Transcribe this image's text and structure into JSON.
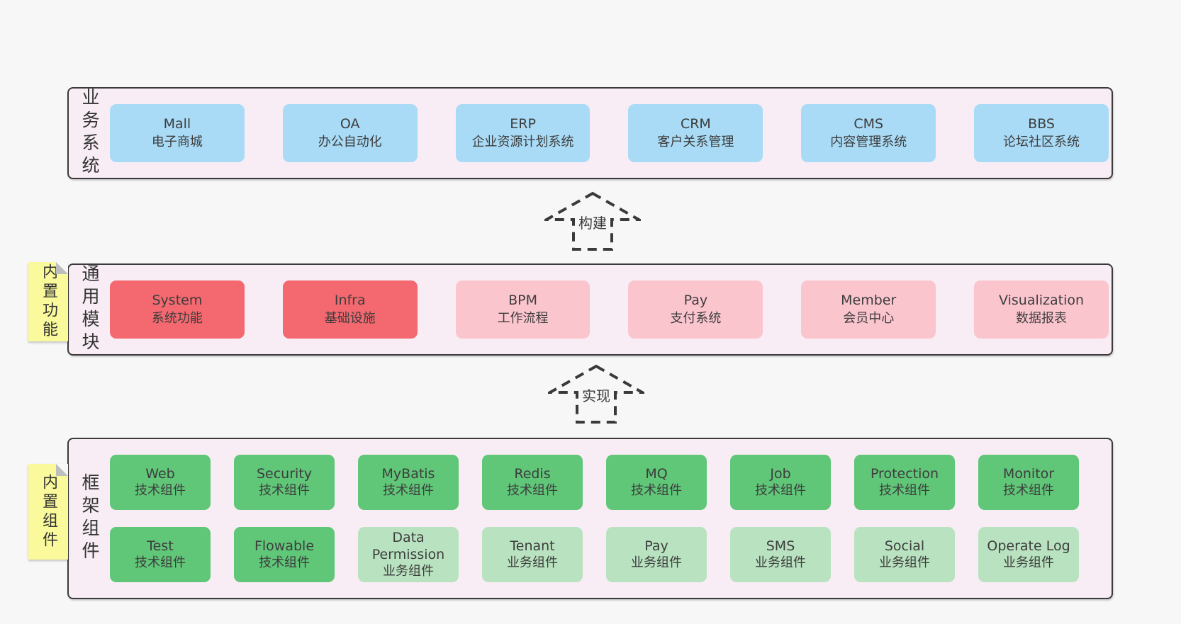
{
  "diagram": {
    "colors": {
      "page_bg": "#f8f7f8",
      "band_bg": "#f8edf5",
      "outline": "#3a3a3a",
      "text": "#3d3d3d",
      "blue": "#a9dbf6",
      "red": "#f4686f",
      "pink": "#fbc5ce",
      "green": "#60c678",
      "green_light": "#b9e3c0",
      "note_bg": "#fafa9c",
      "note_fold": "#bdbebf"
    },
    "arrows": [
      {
        "label": "构建"
      },
      {
        "label": "实现"
      }
    ],
    "bands": [
      {
        "label": "业务系统",
        "rows": [
          [
            {
              "title": "Mall",
              "subtitle": "电子商城",
              "color": "blue"
            },
            {
              "title": "OA",
              "subtitle": "办公自动化",
              "color": "blue"
            },
            {
              "title": "ERP",
              "subtitle": "企业资源计划系统",
              "color": "blue"
            },
            {
              "title": "CRM",
              "subtitle": "客户关系管理",
              "color": "blue"
            },
            {
              "title": "CMS",
              "subtitle": "内容管理系统",
              "color": "blue"
            },
            {
              "title": "BBS",
              "subtitle": "论坛社区系统",
              "color": "blue"
            }
          ]
        ]
      },
      {
        "label": "通用模块",
        "note": "内置功能",
        "rows": [
          [
            {
              "title": "System",
              "subtitle": "系统功能",
              "color": "red"
            },
            {
              "title": "Infra",
              "subtitle": "基础设施",
              "color": "red"
            },
            {
              "title": "BPM",
              "subtitle": "工作流程",
              "color": "pink"
            },
            {
              "title": "Pay",
              "subtitle": "支付系统",
              "color": "pink"
            },
            {
              "title": "Member",
              "subtitle": "会员中心",
              "color": "pink"
            },
            {
              "title": "Visualization",
              "subtitle": "数据报表",
              "color": "pink"
            }
          ]
        ]
      },
      {
        "label": "框架组件",
        "note": "内置组件",
        "rows": [
          [
            {
              "title": "Web",
              "subtitle": "技术组件",
              "color": "green"
            },
            {
              "title": "Security",
              "subtitle": "技术组件",
              "color": "green"
            },
            {
              "title": "MyBatis",
              "subtitle": "技术组件",
              "color": "green"
            },
            {
              "title": "Redis",
              "subtitle": "技术组件",
              "color": "green"
            },
            {
              "title": "MQ",
              "subtitle": "技术组件",
              "color": "green"
            },
            {
              "title": "Job",
              "subtitle": "技术组件",
              "color": "green"
            },
            {
              "title": "Protection",
              "subtitle": "技术组件",
              "color": "green"
            },
            {
              "title": "Monitor",
              "subtitle": "技术组件",
              "color": "green"
            }
          ],
          [
            {
              "title": "Test",
              "subtitle": "技术组件",
              "color": "green"
            },
            {
              "title": "Flowable",
              "subtitle": "技术组件",
              "color": "green"
            },
            {
              "title": "Data Permission",
              "subtitle": "业务组件",
              "color": "green-light"
            },
            {
              "title": "Tenant",
              "subtitle": "业务组件",
              "color": "green-light"
            },
            {
              "title": "Pay",
              "subtitle": "业务组件",
              "color": "green-light"
            },
            {
              "title": "SMS",
              "subtitle": "业务组件",
              "color": "green-light"
            },
            {
              "title": "Social",
              "subtitle": "业务组件",
              "color": "green-light"
            },
            {
              "title": "Operate Log",
              "subtitle": "业务组件",
              "color": "green-light"
            }
          ]
        ]
      }
    ]
  }
}
